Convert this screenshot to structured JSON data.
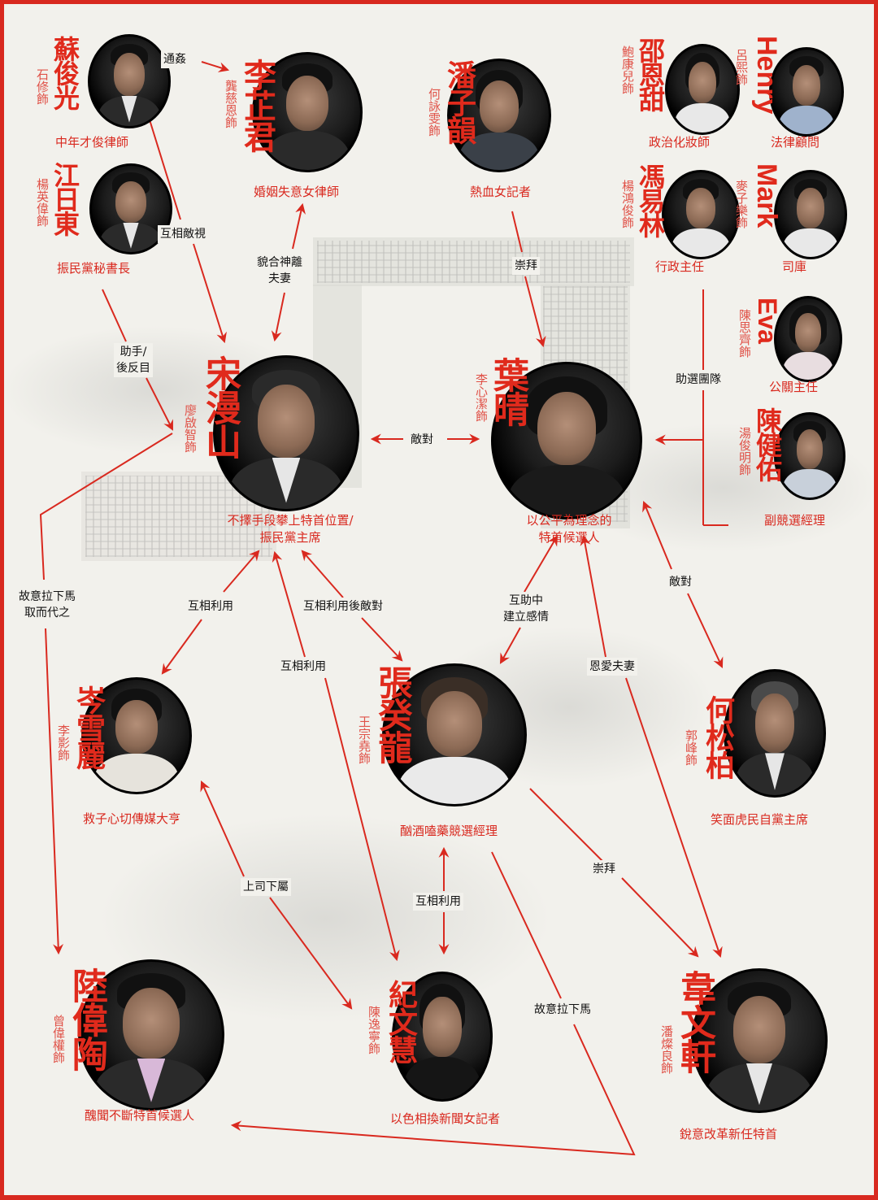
{
  "accent_color": "#d9291f",
  "characters": {
    "su_junguang": {
      "name": "蘇俊光",
      "actor": "石修飾",
      "role": "中年才俊律師"
    },
    "li_zhijun": {
      "name": "李芷君",
      "actor": "龔慈恩飾",
      "role": "婚姻失意女律師"
    },
    "pan_ziyun": {
      "name": "潘子韻",
      "actor": "何詠雯飾",
      "role": "熱血女記者"
    },
    "shao_entian": {
      "name": "邵恩甜",
      "actor": "鮑康兒飾",
      "role": "政治化妝師"
    },
    "henry": {
      "name": "Henry",
      "actor": "呂熙飾",
      "role": "法律顧問"
    },
    "jiang_ridong": {
      "name": "江日東",
      "actor": "楊英偉飾",
      "role": "振民黨秘書長"
    },
    "feng_yilin": {
      "name": "馮易林",
      "actor": "楊鴻俊飾",
      "role": "行政主任"
    },
    "mark": {
      "name": "Mark",
      "actor": "麥子樂飾",
      "role": "司庫"
    },
    "eva": {
      "name": "Eva",
      "actor": "陳思齊飾",
      "role": "公關主任"
    },
    "chen_jianyou": {
      "name": "陳健佑",
      "actor": "湯俊明飾",
      "role": "副競選經理"
    },
    "song_manshan": {
      "name": "宋漫山",
      "actor": "廖啟智飾",
      "role_line1": "不擇手段攀上特首位置/",
      "role_line2": "振民黨主席"
    },
    "ye_qing": {
      "name": "葉晴",
      "actor": "李心潔飾",
      "role_line1": "以公平為理念的",
      "role_line2": "特首候選人"
    },
    "cen_xueli": {
      "name": "岑雪麗",
      "actor": "李影飾",
      "role": "救子心切傳媒大亨"
    },
    "zhang_guilong": {
      "name": "張癸龍",
      "actor": "王宗堯飾",
      "role": "酗酒嗑藥競選經理"
    },
    "he_songbai": {
      "name": "何松柏",
      "actor": "郭峰飾",
      "role": "笑面虎民自黨主席"
    },
    "lu_weitao": {
      "name": "陸偉陶",
      "actor": "曾偉權飾",
      "role": "醜聞不斷特首候選人"
    },
    "ji_wenhui": {
      "name": "紀文慧",
      "actor": "陳逸寧飾",
      "role": "以色相換新聞女記者"
    },
    "wei_wenxuan": {
      "name": "韋文軒",
      "actor": "潘燦良飾",
      "role": "銳意改革新任特首"
    }
  },
  "relations": {
    "su_li": "通姦",
    "su_song": "互相敵視",
    "li_song_l1": "貌合神離",
    "li_song_l2": "夫妻",
    "pan_ye": "崇拜",
    "team_ye": "助選團隊",
    "jiang_song_l1": "助手/",
    "jiang_song_l2": "後反目",
    "song_ye": "敵對",
    "song_lu_l1": "故意拉下馬",
    "song_lu_l2": "取而代之",
    "song_cen": "互相利用",
    "song_zhang": "互相利用後敵對",
    "song_ji": "互相利用",
    "ye_zhang_l1": "互助中",
    "ye_zhang_l2": "建立感情",
    "ye_wei": "恩愛夫妻",
    "ye_he": "敵對",
    "cen_ji": "上司下屬",
    "zhang_ji": "互相利用",
    "zhang_wei": "崇拜",
    "zhang_lu": "故意拉下馬"
  }
}
